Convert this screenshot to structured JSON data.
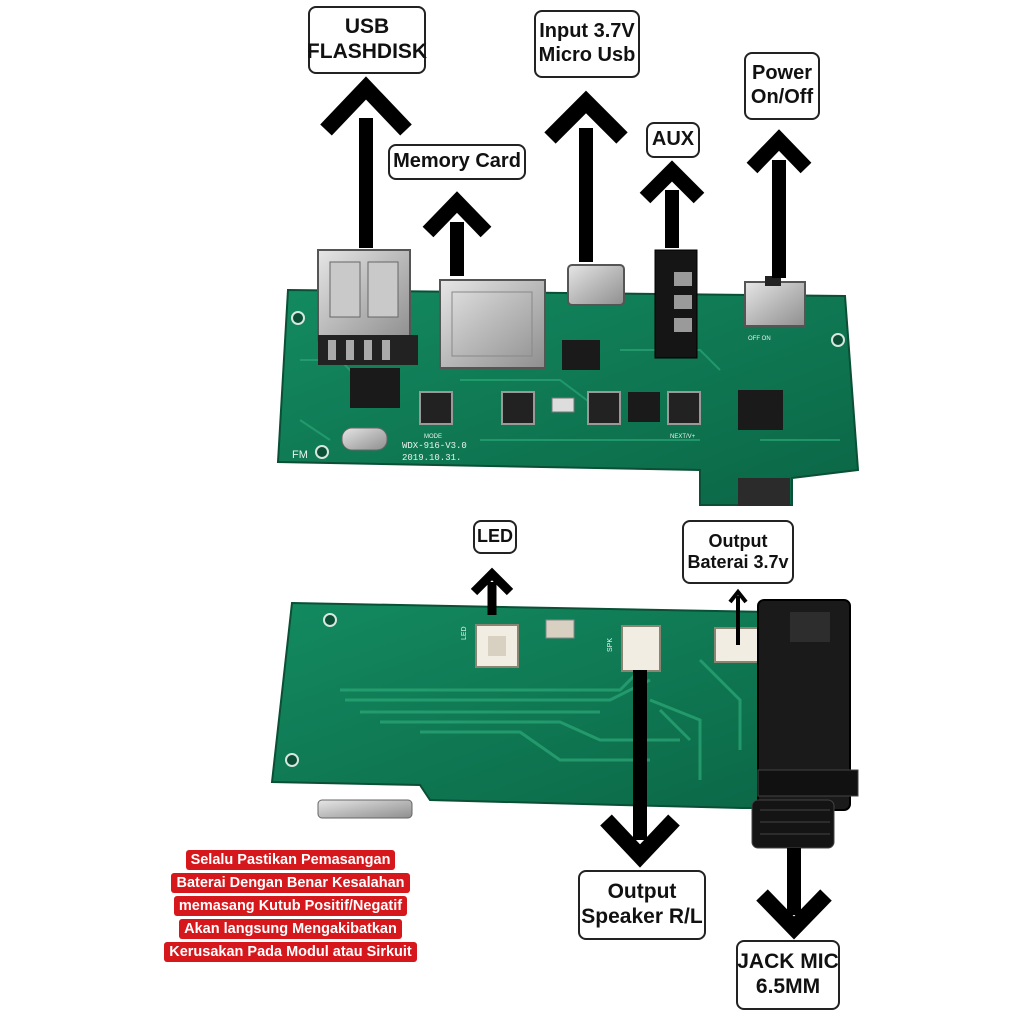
{
  "labels": {
    "usb_flashdisk": [
      "USB",
      "FLASHDISK"
    ],
    "memory_card": [
      "Memory Card"
    ],
    "input_micro_usb": [
      "Input 3.7V",
      "Micro Usb"
    ],
    "aux": [
      "AUX"
    ],
    "power": [
      "Power",
      "On/Off"
    ],
    "led": [
      "LED"
    ],
    "output_baterai": [
      "Output",
      "Baterai 3.7v"
    ],
    "output_speaker": [
      "Output",
      "Speaker R/L"
    ],
    "jack_mic": [
      "JACK MIC",
      "6.5MM"
    ]
  },
  "board_silkscreen": {
    "model": "WDX-916-V3.0",
    "date": "2019.10.31.",
    "fm": "FM",
    "mode": "MODE",
    "next": "NEXT/V+",
    "off_on": "OFF ON",
    "led_marking": "LED",
    "spk_marking": "SPK"
  },
  "warning": [
    "Selalu Pastikan Pemasangan",
    "Baterai Dengan Benar Kesalahan",
    "memasang Kutub Positif/Negatif",
    "Akan langsung Mengakibatkan",
    "Kerusakan Pada Modul atau Sirkuit"
  ],
  "colors": {
    "pcb": "#0f7a55",
    "pcb_dark": "#0a5c3f",
    "warning_bg": "#d6171c",
    "arrow": "#000000"
  }
}
